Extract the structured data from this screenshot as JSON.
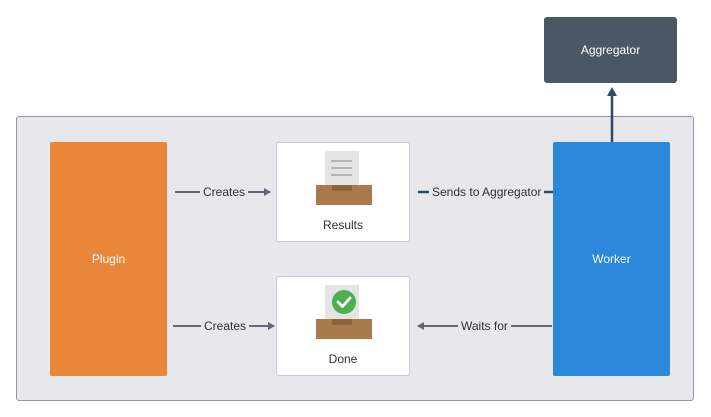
{
  "nodes": {
    "aggregator": "Aggregator",
    "plugin": "Plugin",
    "worker": "Worker",
    "results": "Results",
    "done": "Done"
  },
  "edges": {
    "plugin_to_results": "Creates",
    "plugin_to_done": "Creates",
    "worker_to_aggregator": "Sends to Aggregator",
    "worker_to_done": "Waits for"
  },
  "colors": {
    "plugin": "#e8863a",
    "worker": "#2b87da",
    "aggregator": "#4a5866",
    "check": "#4caf50",
    "connector": "#5f6b78"
  },
  "icons": {
    "results": "inbox-document-icon",
    "done": "inbox-checkmark-icon"
  }
}
